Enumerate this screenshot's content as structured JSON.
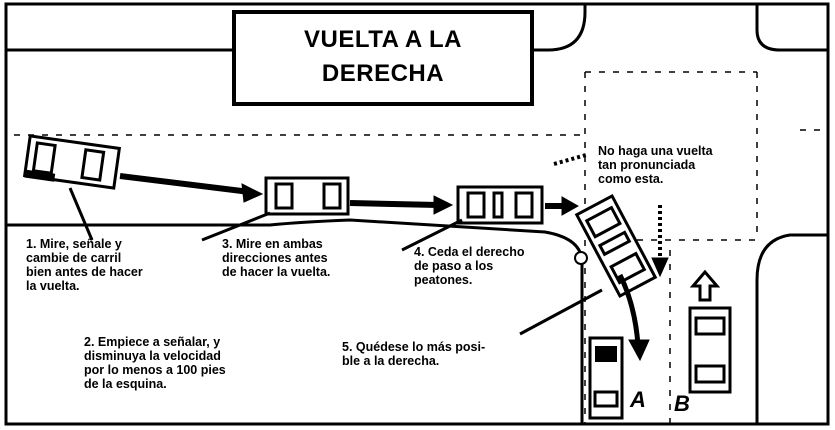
{
  "title": {
    "line1": "VUELTA A LA",
    "line2": "DERECHA"
  },
  "warning": {
    "line1": "No haga una vuelta",
    "line2": "tan pronunciada",
    "line3": "como esta."
  },
  "steps": {
    "step1": [
      "1. Mire, señale y",
      "cambie de carril",
      "bien antes de hacer",
      "la vuelta."
    ],
    "step2": [
      "2. Empiece a señalar, y",
      "disminuya la velocidad",
      "por lo menos a 100 pies",
      "de la esquina."
    ],
    "step3": [
      "3. Mire en ambas",
      "direcciones antes",
      "de hacer la vuelta."
    ],
    "step4": [
      "4. Ceda el derecho",
      "de paso a los",
      "peatones."
    ],
    "step5": [
      "5. Quédese lo más posi-",
      "ble a la derecha."
    ]
  },
  "lanes": {
    "a": "A",
    "b": "B"
  },
  "colors": {
    "ink": "#000000",
    "paper": "#ffffff"
  }
}
